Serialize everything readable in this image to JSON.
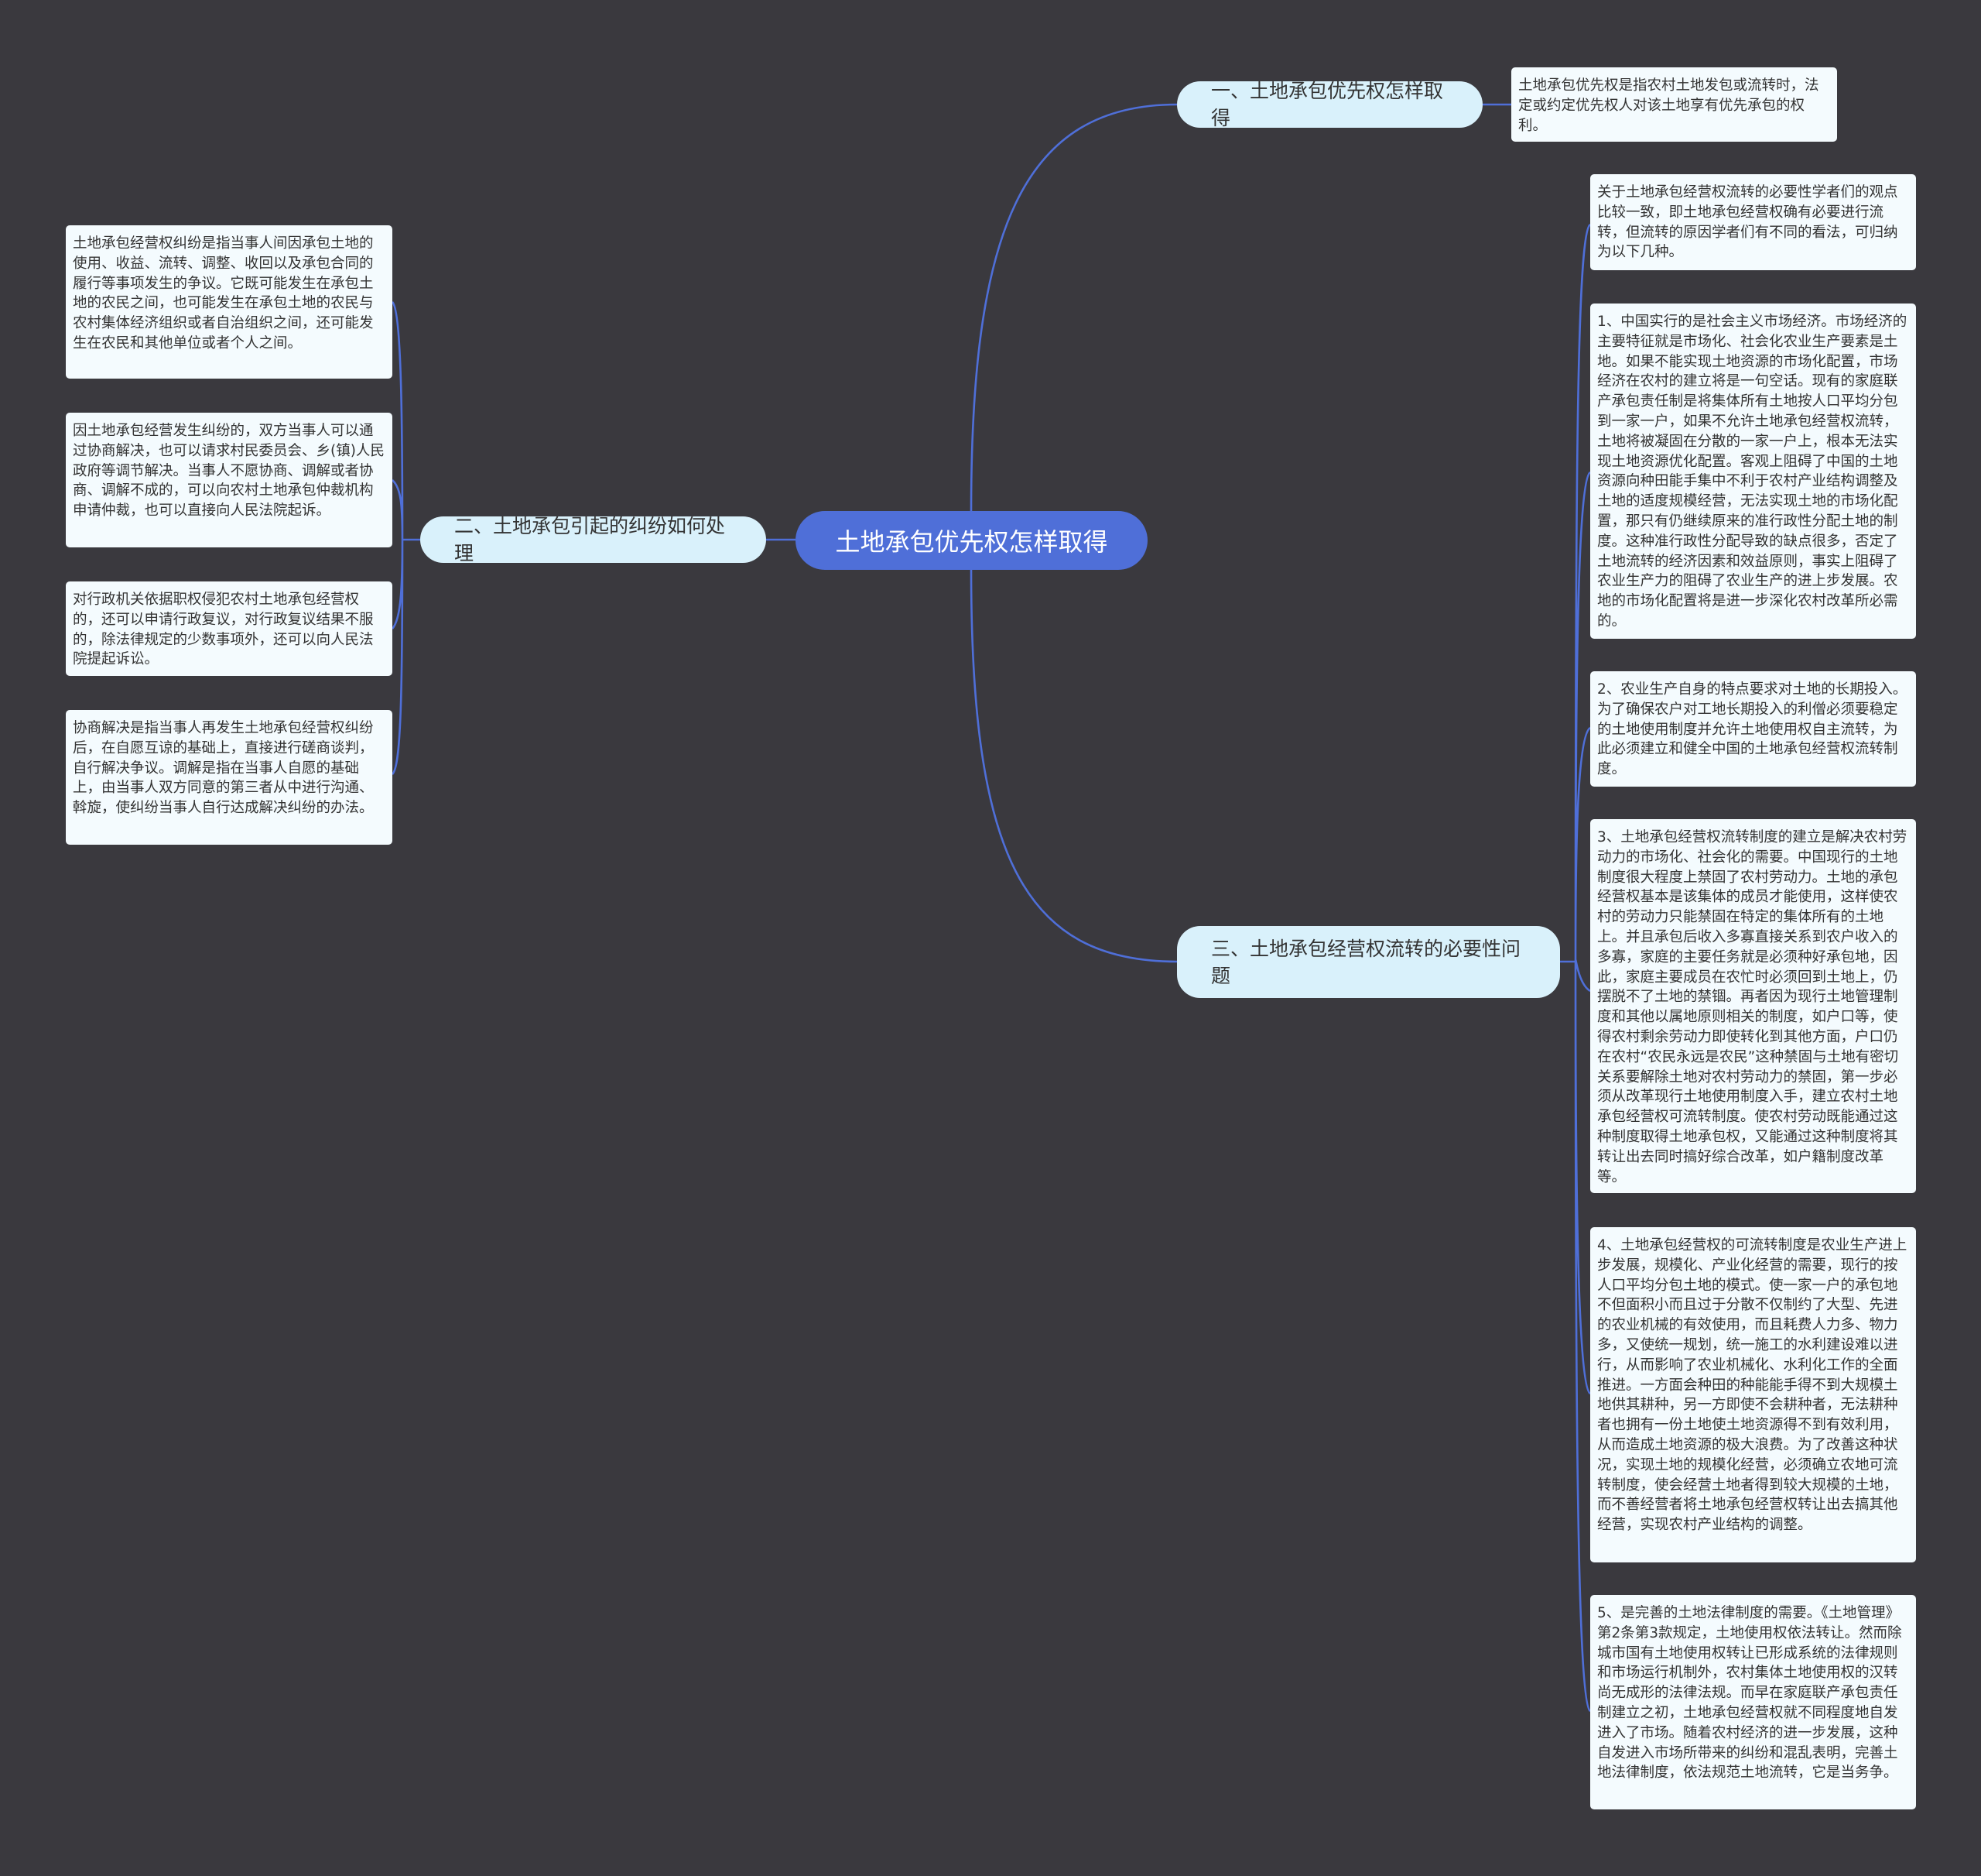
{
  "root": {
    "label": "土地承包优先权怎样取得"
  },
  "branches": {
    "b1": {
      "label": "一、土地承包优先权怎样取得",
      "leaves": [
        "土地承包优先权是指农村土地发包或流转时，法定或约定优先权人对该土地享有优先承包的权利。"
      ]
    },
    "b2": {
      "label": "二、土地承包引起的纠纷如何处理",
      "leaves": [
        "土地承包经营权纠纷是指当事人间因承包土地的使用、收益、流转、调整、收回以及承包合同的履行等事项发生的争议。它既可能发生在承包土地的农民之间，也可能发生在承包土地的农民与农村集体经济组织或者自治组织之间，还可能发生在农民和其他单位或者个人之间。",
        "因土地承包经营发生纠纷的，双方当事人可以通过协商解决，也可以请求村民委员会、乡(镇)人民政府等调节解决。当事人不愿协商、调解或者协商、调解不成的，可以向农村土地承包仲裁机构申请仲裁，也可以直接向人民法院起诉。",
        "对行政机关依据职权侵犯农村土地承包经营权的，还可以申请行政复议，对行政复议结果不服的，除法律规定的少数事项外，还可以向人民法院提起诉讼。",
        "协商解决是指当事人再发生土地承包经营权纠纷后，在自愿互谅的基础上，直接进行磋商谈判，自行解决争议。调解是指在当事人自愿的基础上，由当事人双方同意的第三者从中进行沟通、斡旋，使纠纷当事人自行达成解决纠纷的办法。"
      ]
    },
    "b3": {
      "label": "三、土地承包经营权流转的必要性问题",
      "leaves": [
        "关于土地承包经营权流转的必要性学者们的观点比较一致，即土地承包经营权确有必要进行流转，但流转的原因学者们有不同的看法，可归纳为以下几种。",
        "1、中国实行的是社会主义市场经济。市场经济的主要特征就是市场化、社会化农业生产要素是土地。如果不能实现土地资源的市场化配置，市场经济在农村的建立将是一句空话。现有的家庭联产承包责任制是将集体所有土地按人口平均分包到一家一户，如果不允许土地承包经营权流转，土地将被凝固在分散的一家一户上，根本无法实现土地资源优化配置。客观上阻碍了中国的土地资源向种田能手集中不利于农村产业结构调整及土地的适度规模经营，无法实现土地的市场化配置，那只有仍继续原来的准行政性分配土地的制度。这种准行政性分配导致的缺点很多，否定了土地流转的经济因素和效益原则，事实上阻碍了农业生产力的阻碍了农业生产的进上步发展。农地的市场化配置将是进一步深化农村改革所必需的。",
        "2、农业生产自身的特点要求对土地的长期投入。为了确保农户对工地长期投入的利僧必须要稳定的土地使用制度并允许土地使用权自主流转，为此必须建立和健全中国的土地承包经营权流转制度。",
        "3、土地承包经营权流转制度的建立是解决农村劳动力的市场化、社会化的需要。中国现行的土地制度很大程度上禁固了农村劳动力。土地的承包经营权基本是该集体的成员才能使用，这样使农村的劳动力只能禁固在特定的集体所有的土地上。并且承包后收入多寡直接关系到农户收入的多寡，家庭的主要任务就是必须种好承包地，因此，家庭主要成员在农忙时必须回到土地上，仍摆脱不了土地的禁锢。再者因为现行土地管理制度和其他以属地原则相关的制度，如户口等，使得农村剩余劳动力即使转化到其他方面，户口仍在农村“农民永远是农民”这种禁固与土地有密切关系要解除土地对农村劳动力的禁固，第一步必须从改革现行土地使用制度入手，建立农村土地承包经营权可流转制度。使农村劳动既能通过这种制度取得土地承包权，又能通过这种制度将其转让出去同时搞好综合改革，如户籍制度改革等。",
        "4、土地承包经营权的可流转制度是农业生产进上步发展，规模化、产业化经营的需要，现行的按人口平均分包土地的模式。使一家一户的承包地不但面积小而且过于分散不仅制约了大型、先进的农业机械的有效使用，而且耗费人力多、物力多，又使统一规划，统一施工的水利建设难以进行，从而影响了农业机械化、水利化工作的全面推进。一方面会种田的种能能手得不到大规模土地供其耕种，另一方即使不会耕种者，无法耕种者也拥有一份土地使土地资源得不到有效利用，从而造成土地资源的极大浪费。为了改善这种状况，实现土地的规模化经营，必须确立农地可流转制度，使会经营土地者得到较大规模的土地，而不善经营者将土地承包经营权转让出去搞其他经营，实现农村产业结构的调整。",
        "5、是完善的土地法律制度的需要。《土地管理》第2条第3款规定，土地使用权依法转让。然而除城市国有土地使用权转让已形成系统的法律规则和市场运行机制外，农村集体土地使用权的汉转尚无成形的法律法规。而早在家庭联产承包责任制建立之初，土地承包经营权就不同程度地自发进入了市场。随着农村经济的进一步发展，这种自发进入市场所带来的纠纷和混乱表明，完善土地法律制度，依法规范土地流转，它是当务争。"
      ]
    }
  },
  "colors": {
    "background": "#3a393e",
    "root": "#4f6fd8",
    "branch": "#d9f1fb",
    "leaf": "#f4fbfe",
    "link": "#4f6fd8",
    "text": "#333333"
  }
}
